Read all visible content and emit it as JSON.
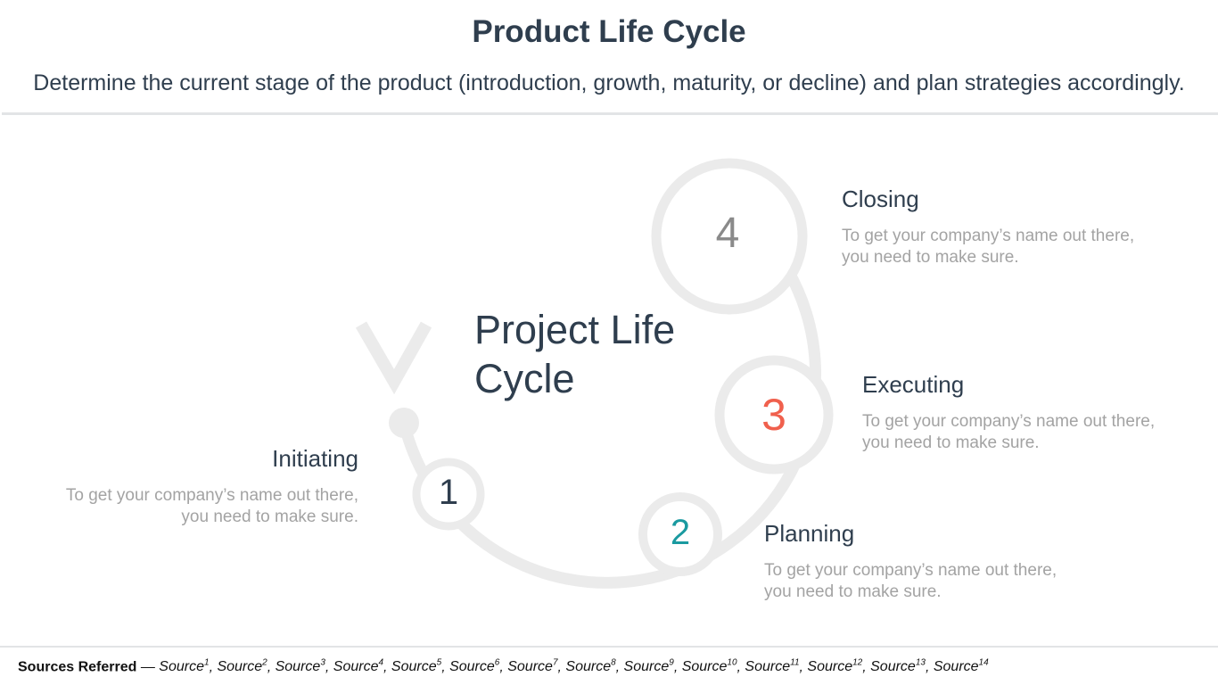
{
  "header": {
    "title": "Product Life Cycle",
    "subtitle": "Determine the current stage of the product (introduction, growth, maturity, or decline) and plan strategies accordingly."
  },
  "diagram": {
    "center_label_line1": "Project Life",
    "center_label_line2": "Cycle",
    "ring_color": "#ebebeb",
    "stages": [
      {
        "number": "1",
        "title": "Initiating",
        "desc_line1": "To get your company’s name out there,",
        "desc_line2": "you need to make sure.",
        "number_color": "#2f3e4e"
      },
      {
        "number": "2",
        "title": "Planning",
        "desc_line1": "To get your company’s name out there,",
        "desc_line2": "you need to make sure.",
        "number_color": "#1a9aa0"
      },
      {
        "number": "3",
        "title": "Executing",
        "desc_line1": "To get your company’s name out there,",
        "desc_line2": "you need to make sure.",
        "number_color": "#f0604d"
      },
      {
        "number": "4",
        "title": "Closing",
        "desc_line1": "To get your company’s name out there,",
        "desc_line2": "you need to make sure.",
        "number_color": "#8a8a8a"
      }
    ]
  },
  "footer": {
    "sources_label": "Sources Referred",
    "separator": "—",
    "sources": [
      "Source",
      "Source",
      "Source",
      "Source",
      "Source",
      "Source",
      "Source",
      "Source",
      "Source",
      "Source",
      "Source",
      "Source",
      "Source",
      "Source"
    ],
    "superscripts": [
      "1",
      "2",
      "3",
      "4",
      "5",
      "6",
      "7",
      "8",
      "9",
      "10",
      "11",
      "12",
      "13",
      "14"
    ]
  }
}
